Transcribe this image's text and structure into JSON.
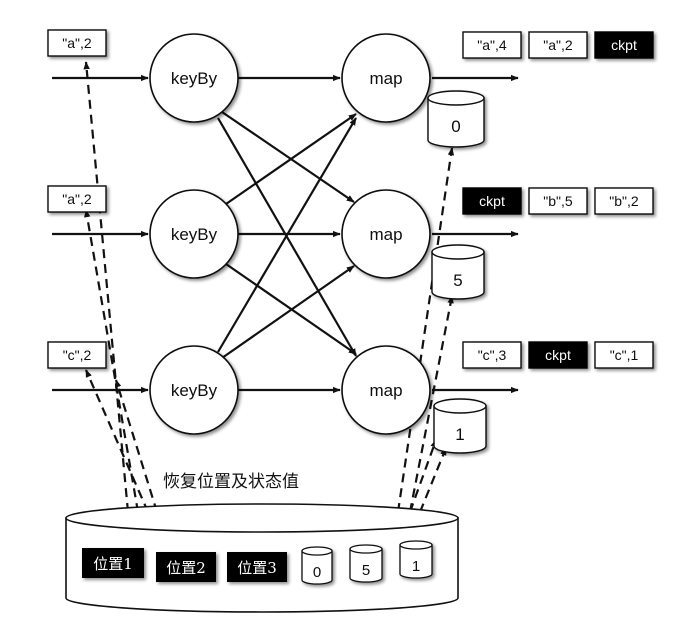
{
  "sources": [
    {
      "record": "\"a\",2"
    },
    {
      "record": "\"a\",2"
    },
    {
      "record": "\"c\",2"
    }
  ],
  "keyby_label": "keyBy",
  "map_label": "map",
  "outputs": [
    {
      "items": [
        {
          "text": "\"a\",4",
          "kind": "record"
        },
        {
          "text": "\"a\",2",
          "kind": "record"
        },
        {
          "text": "ckpt",
          "kind": "barrier"
        }
      ]
    },
    {
      "items": [
        {
          "text": "ckpt",
          "kind": "barrier"
        },
        {
          "text": "\"b\",5",
          "kind": "record"
        },
        {
          "text": "\"b\",2",
          "kind": "record"
        }
      ]
    },
    {
      "items": [
        {
          "text": "\"c\",3",
          "kind": "record"
        },
        {
          "text": "ckpt",
          "kind": "barrier"
        },
        {
          "text": "\"c\",1",
          "kind": "record"
        }
      ]
    }
  ],
  "map_states": [
    "0",
    "5",
    "1"
  ],
  "restore_label": "恢复位置及状态值",
  "storage": {
    "positions": [
      "位置1",
      "位置2",
      "位置3"
    ],
    "states": [
      "0",
      "5",
      "1"
    ]
  },
  "colors": {
    "barrier": "#000000",
    "line": "#111111",
    "node_fill": "#ffffff"
  }
}
